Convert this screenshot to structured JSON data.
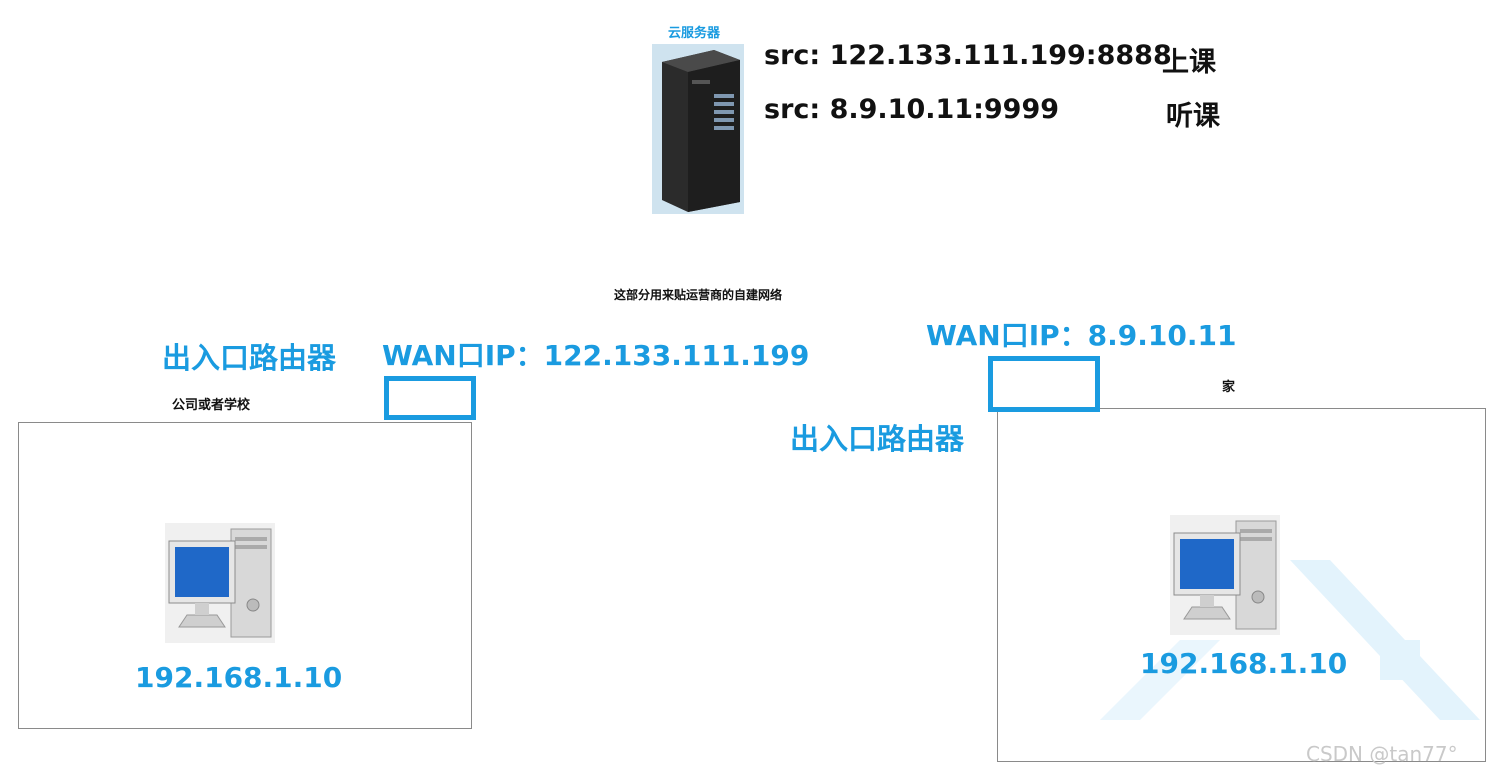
{
  "cloud": {
    "label": "云服务器",
    "src_lines": [
      {
        "addr": "src: 122.133.111.199:8888",
        "role": "上课"
      },
      {
        "addr": "src: 8.9.10.11:9999",
        "role": "听课"
      }
    ]
  },
  "isp_note": "这部分用来贴运营商的自建网络",
  "left_site": {
    "router_label": "出入口路由器",
    "wan_label": "WAN口IP：122.133.111.199",
    "site_name": "公司或者学校",
    "pc_ip": "192.168.1.10"
  },
  "right_site": {
    "router_label": "出入口路由器",
    "wan_label": "WAN口IP：8.9.10.11",
    "site_name": "家",
    "pc_ip": "192.168.1.10"
  },
  "watermark": "CSDN @tan77°",
  "colors": {
    "accent": "#1a9be0"
  }
}
